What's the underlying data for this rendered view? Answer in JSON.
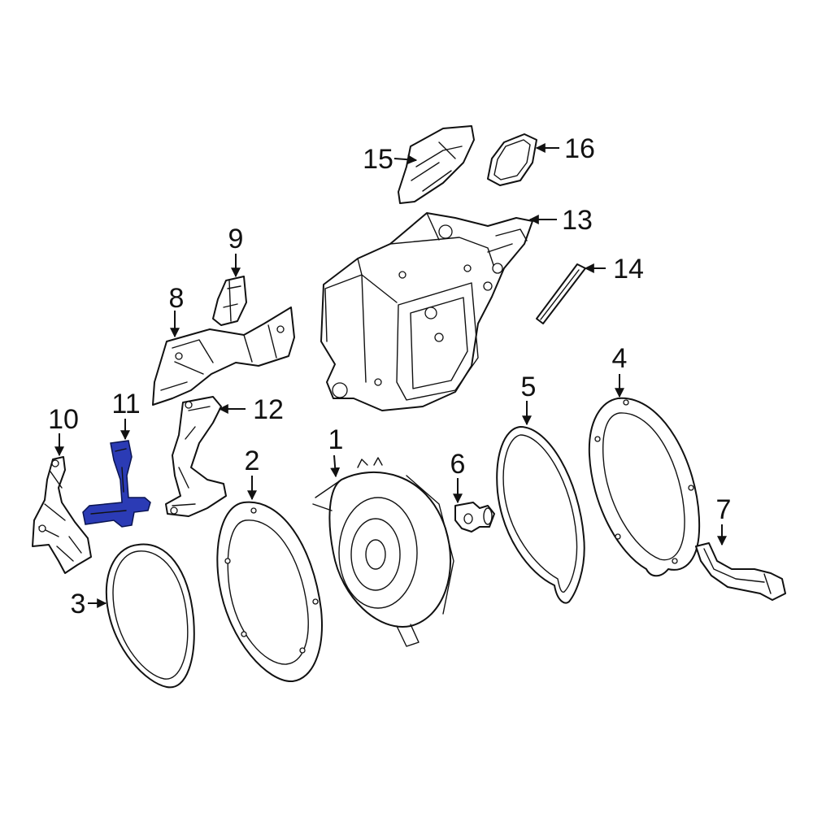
{
  "highlight_color": "#2b3bb5",
  "line_color": "#111111",
  "background_color": "#ffffff",
  "highlighted_part": "11",
  "callouts": [
    {
      "id": "1",
      "label": "1"
    },
    {
      "id": "2",
      "label": "2"
    },
    {
      "id": "3",
      "label": "3"
    },
    {
      "id": "4",
      "label": "4"
    },
    {
      "id": "5",
      "label": "5"
    },
    {
      "id": "6",
      "label": "6"
    },
    {
      "id": "7",
      "label": "7"
    },
    {
      "id": "8",
      "label": "8"
    },
    {
      "id": "9",
      "label": "9"
    },
    {
      "id": "10",
      "label": "10"
    },
    {
      "id": "11",
      "label": "11"
    },
    {
      "id": "12",
      "label": "12"
    },
    {
      "id": "13",
      "label": "13"
    },
    {
      "id": "14",
      "label": "14"
    },
    {
      "id": "15",
      "label": "15"
    },
    {
      "id": "16",
      "label": "16"
    }
  ]
}
